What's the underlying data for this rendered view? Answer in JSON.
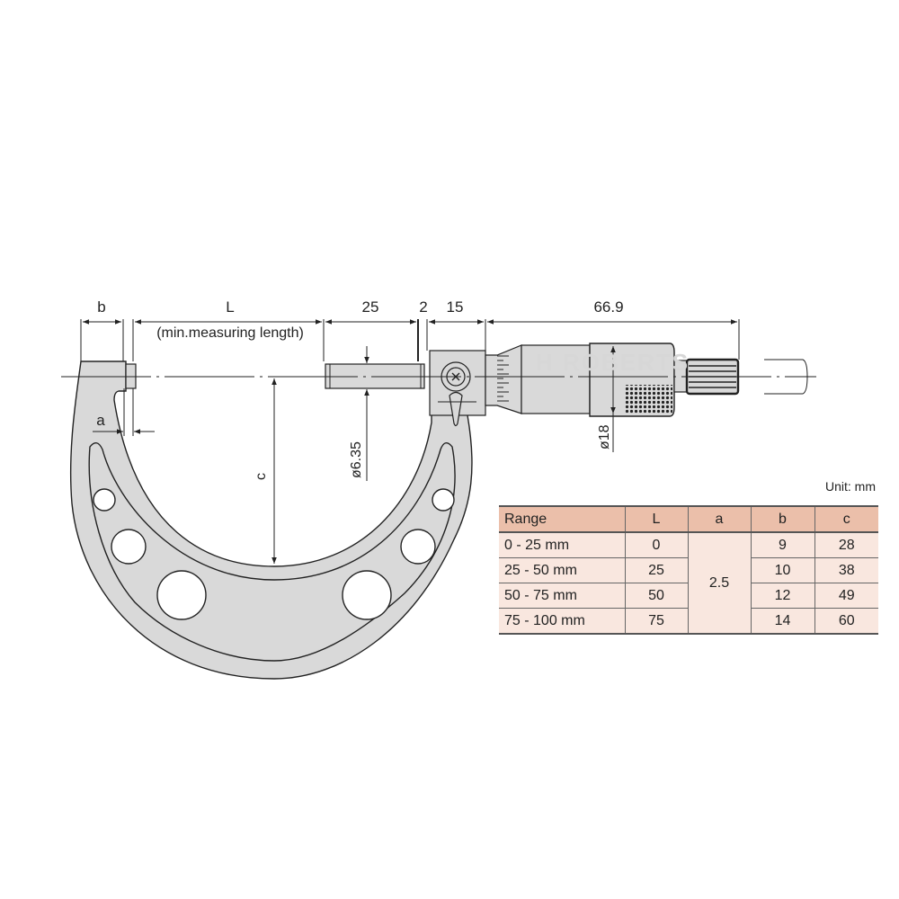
{
  "diagram": {
    "subject": "Outside micrometer dimensional drawing",
    "watermark": "H ROBERTS",
    "dimensions": {
      "b": "b",
      "L": "L",
      "L_note": "(min.measuring length)",
      "spindle_length": "25",
      "gap": "2",
      "sleeve_length": "15",
      "thimble_length": "66.9",
      "a": "a",
      "c": "c",
      "spindle_diameter": "ø6.35",
      "thimble_diameter": "ø18"
    },
    "colors": {
      "body_fill": "#d9d9d9",
      "line": "#222222",
      "table_header": "#ebbfaa",
      "table_body": "#f9e7df"
    }
  },
  "table": {
    "unit_label": "Unit: mm",
    "headers": [
      "Range",
      "L",
      "a",
      "b",
      "c"
    ],
    "shared_a": "2.5",
    "rows": [
      {
        "range": "0 - 25 mm",
        "L": "0",
        "b": "9",
        "c": "28"
      },
      {
        "range": "25 - 50 mm",
        "L": "25",
        "b": "10",
        "c": "38"
      },
      {
        "range": "50 - 75 mm",
        "L": "50",
        "b": "12",
        "c": "49"
      },
      {
        "range": "75 - 100 mm",
        "L": "75",
        "b": "14",
        "c": "60"
      }
    ]
  }
}
